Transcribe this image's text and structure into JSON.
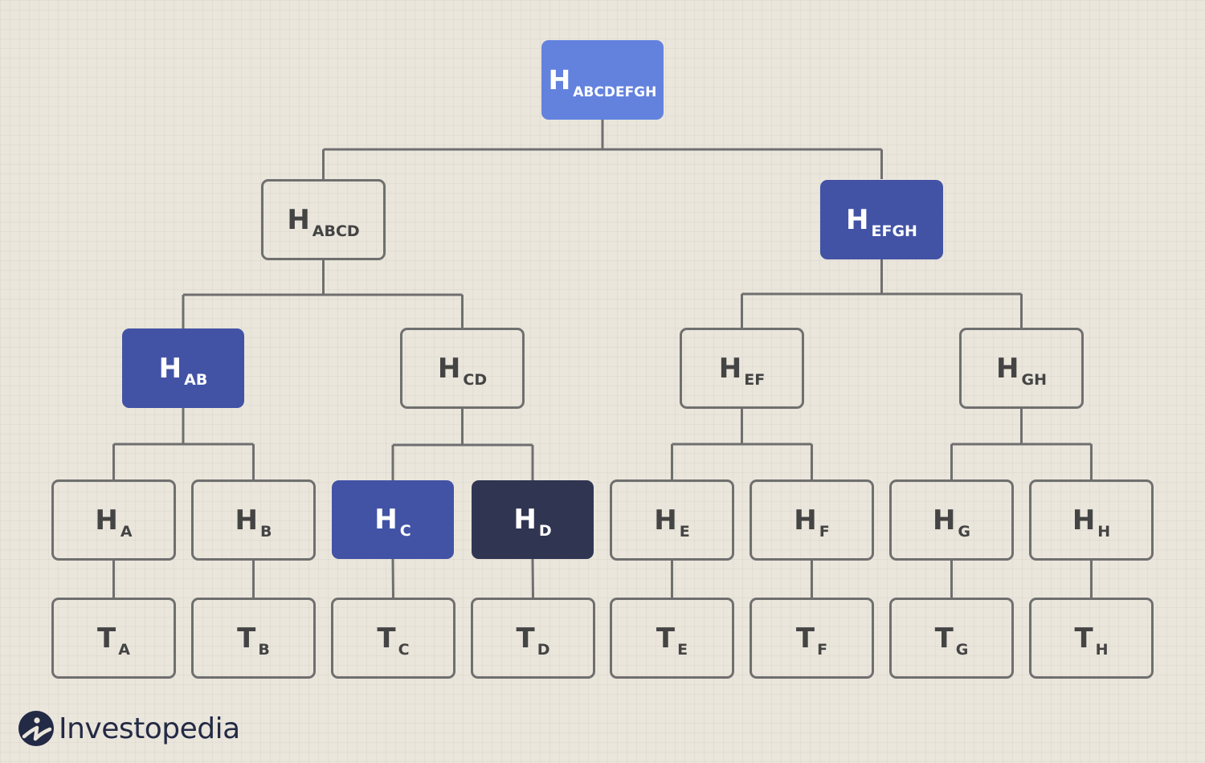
{
  "colors": {
    "background": "#ebe6dc",
    "connector": "#6f6f6f",
    "outline_text": "#444444",
    "fill_light": "#6282de",
    "fill_mid": "#4253a6",
    "fill_dark": "#303652",
    "logo": "#232a45"
  },
  "nodes": {
    "h_abcdefgh": {
      "main": "H",
      "sub": "ABCDEFGH",
      "style": "fill-light"
    },
    "h_abcd": {
      "main": "H",
      "sub": "ABCD",
      "style": "outline"
    },
    "h_efgh": {
      "main": "H",
      "sub": "EFGH",
      "style": "fill-mid"
    },
    "h_ab": {
      "main": "H",
      "sub": "AB",
      "style": "fill-mid"
    },
    "h_cd": {
      "main": "H",
      "sub": "CD",
      "style": "outline"
    },
    "h_ef": {
      "main": "H",
      "sub": "EF",
      "style": "outline"
    },
    "h_gh": {
      "main": "H",
      "sub": "GH",
      "style": "outline"
    },
    "h_a": {
      "main": "H",
      "sub": "A",
      "style": "outline"
    },
    "h_b": {
      "main": "H",
      "sub": "B",
      "style": "outline"
    },
    "h_c": {
      "main": "H",
      "sub": "C",
      "style": "fill-mid"
    },
    "h_d": {
      "main": "H",
      "sub": "D",
      "style": "fill-dark"
    },
    "h_e": {
      "main": "H",
      "sub": "E",
      "style": "outline"
    },
    "h_f": {
      "main": "H",
      "sub": "F",
      "style": "outline"
    },
    "h_g": {
      "main": "H",
      "sub": "G",
      "style": "outline"
    },
    "h_h": {
      "main": "H",
      "sub": "H",
      "style": "outline"
    },
    "t_a": {
      "main": "T",
      "sub": "A",
      "style": "outline"
    },
    "t_b": {
      "main": "T",
      "sub": "B",
      "style": "outline"
    },
    "t_c": {
      "main": "T",
      "sub": "C",
      "style": "outline"
    },
    "t_d": {
      "main": "T",
      "sub": "D",
      "style": "outline"
    },
    "t_e": {
      "main": "T",
      "sub": "E",
      "style": "outline"
    },
    "t_f": {
      "main": "T",
      "sub": "F",
      "style": "outline"
    },
    "t_g": {
      "main": "T",
      "sub": "G",
      "style": "outline"
    },
    "t_h": {
      "main": "T",
      "sub": "H",
      "style": "outline"
    }
  },
  "edges": [
    [
      "h_abcdefgh",
      "h_abcd"
    ],
    [
      "h_abcdefgh",
      "h_efgh"
    ],
    [
      "h_abcd",
      "h_ab"
    ],
    [
      "h_abcd",
      "h_cd"
    ],
    [
      "h_efgh",
      "h_ef"
    ],
    [
      "h_efgh",
      "h_gh"
    ],
    [
      "h_ab",
      "h_a"
    ],
    [
      "h_ab",
      "h_b"
    ],
    [
      "h_cd",
      "h_c"
    ],
    [
      "h_cd",
      "h_d"
    ],
    [
      "h_ef",
      "h_e"
    ],
    [
      "h_ef",
      "h_f"
    ],
    [
      "h_gh",
      "h_g"
    ],
    [
      "h_gh",
      "h_h"
    ],
    [
      "h_a",
      "t_a"
    ],
    [
      "h_b",
      "t_b"
    ],
    [
      "h_c",
      "t_c"
    ],
    [
      "h_d",
      "t_d"
    ],
    [
      "h_e",
      "t_e"
    ],
    [
      "h_f",
      "t_f"
    ],
    [
      "h_g",
      "t_g"
    ],
    [
      "h_h",
      "t_h"
    ]
  ],
  "logo": {
    "text": "Investopedia",
    "icon": "investopedia-logo-icon"
  }
}
